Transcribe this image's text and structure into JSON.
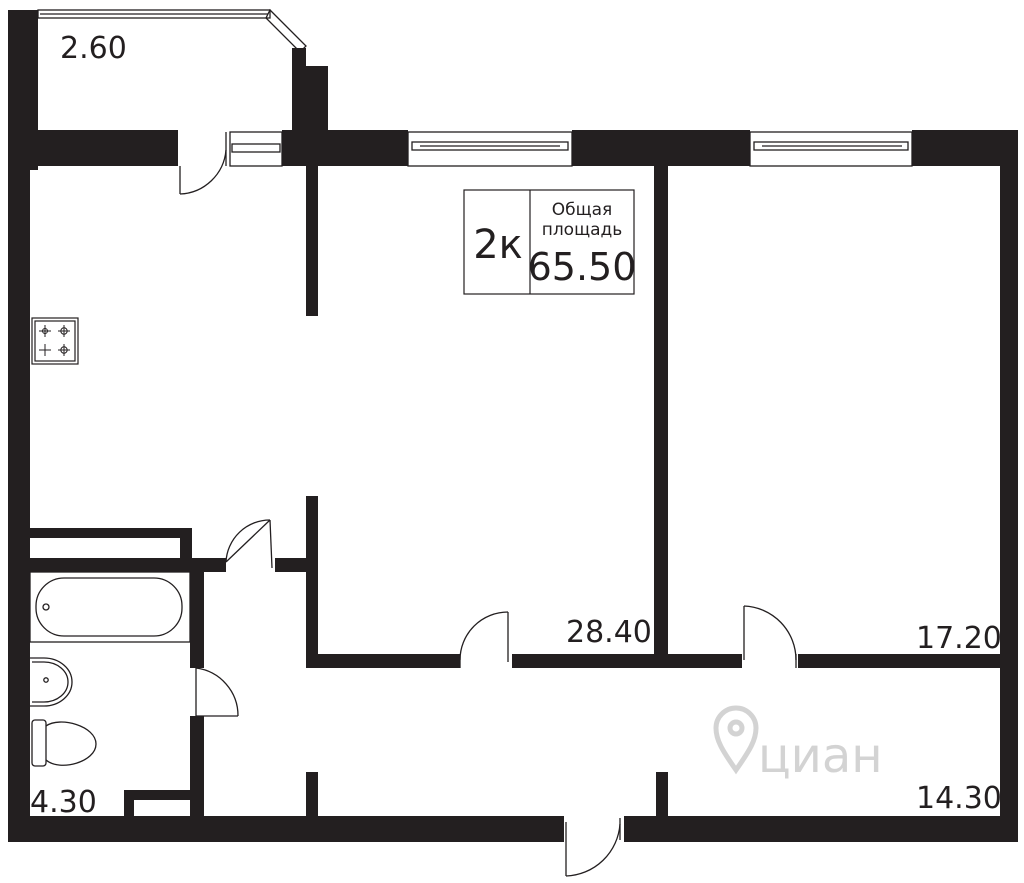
{
  "colors": {
    "wall": "#231f20",
    "line": "#231f20",
    "background": "#ffffff",
    "watermark": "#cfcfcf"
  },
  "info_box": {
    "rooms": "2к",
    "caption_line1": "Общая",
    "caption_line2": "площадь",
    "total_area": "65.50"
  },
  "rooms": {
    "balcony_area": "2.60",
    "living_room_area": "28.40",
    "bedroom_area": "17.20",
    "bathroom_area": "4.30",
    "hallway_area": "14.30"
  },
  "watermark": {
    "text": "циан",
    "icon": "location-pin-icon"
  },
  "fixtures": [
    "stove-icon",
    "bathtub-icon",
    "sink-icon",
    "toilet-icon"
  ]
}
